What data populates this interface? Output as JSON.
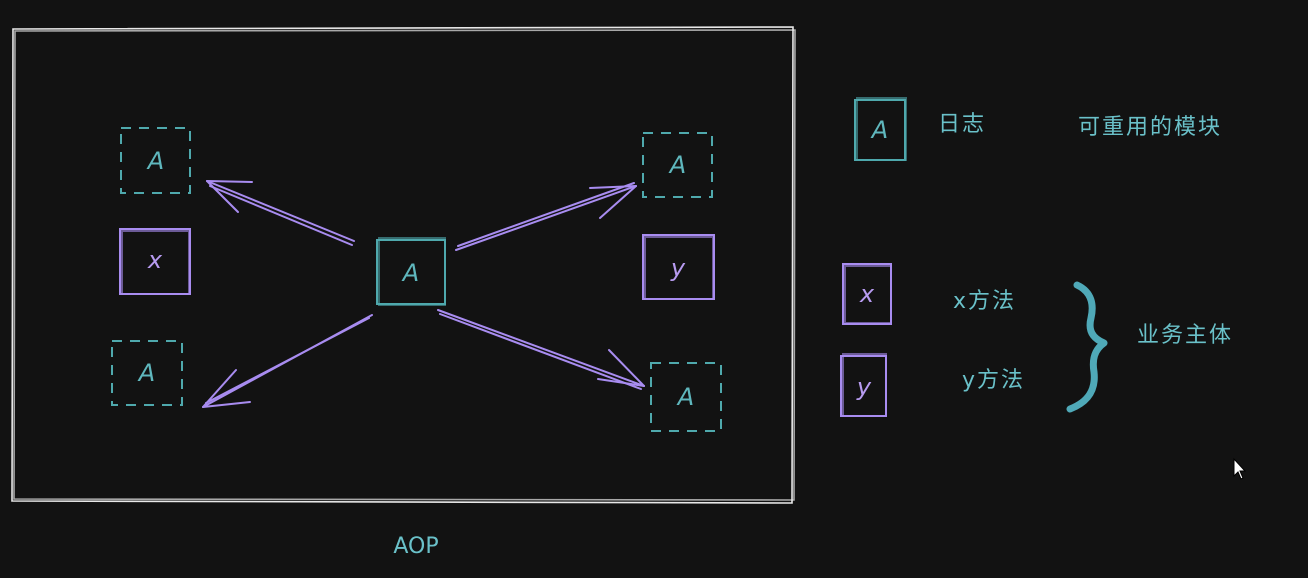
{
  "diagram": {
    "caption": "AOP",
    "boxes": {
      "center": "A",
      "top_left": "A",
      "mid_left": "x",
      "bottom_left": "A",
      "top_right": "A",
      "mid_right": "y",
      "bottom_right": "A"
    }
  },
  "legend": {
    "a_box": "A",
    "a_label": "日志",
    "a_desc": "可重用的模块",
    "x_box": "x",
    "x_label": "x方法",
    "y_box": "y",
    "y_label": "y方法",
    "group_label": "业务主体"
  },
  "colors": {
    "background": "#121212",
    "teal": "#4fa9ad",
    "purple": "#a88cf0",
    "frame": "#e8e8e8",
    "text": "#6ac1c9"
  },
  "cursor": "arrow-cursor-icon"
}
